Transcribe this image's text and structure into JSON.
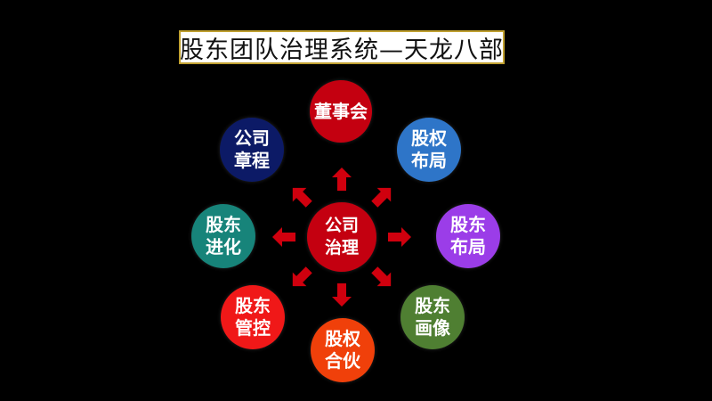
{
  "title": "股东团队治理系统—天龙八部",
  "center": {
    "label": "公司\n治理",
    "color": "#c40010"
  },
  "nodes": [
    {
      "key": "dongshihui",
      "label": "董事会",
      "color": "#c40010"
    },
    {
      "key": "guquan-buju",
      "label": "股权\n布局",
      "color": "#2e75c8"
    },
    {
      "key": "gudong-buju",
      "label": "股东\n布局",
      "color": "#9b3de8"
    },
    {
      "key": "gudong-huaxiang",
      "label": "股东\n画像",
      "color": "#4f7f32"
    },
    {
      "key": "guquan-hehuo",
      "label": "股权\n合伙",
      "color": "#f0400a"
    },
    {
      "key": "gudong-guankong",
      "label": "股东\n管控",
      "color": "#f01818"
    },
    {
      "key": "gudong-jinhua",
      "label": "股东\n进化",
      "color": "#17847a"
    },
    {
      "key": "gongsi-zhangcheng",
      "label": "公司\n章程",
      "color": "#0c1a66"
    }
  ],
  "arrow_color": "#d0000e"
}
